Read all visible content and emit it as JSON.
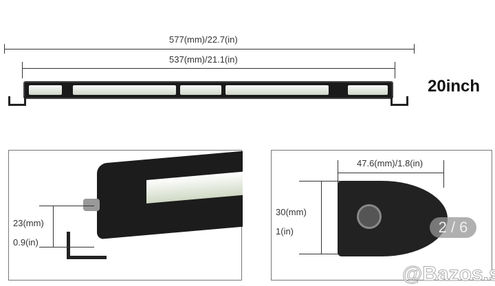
{
  "dimensions": {
    "overall_length": "577(mm)/22.7(in)",
    "lens_length": "537(mm)/21.1(in)",
    "size_label": "20inch",
    "height_mm": "23(mm)",
    "height_in": "0.9(in)",
    "width_side": "47.6(mm)/1.8(in)",
    "depth_mm": "30(mm)",
    "depth_in": "1(in)"
  },
  "gallery": {
    "counter": "2 / 6"
  },
  "watermark": "@Bazos.sk"
}
